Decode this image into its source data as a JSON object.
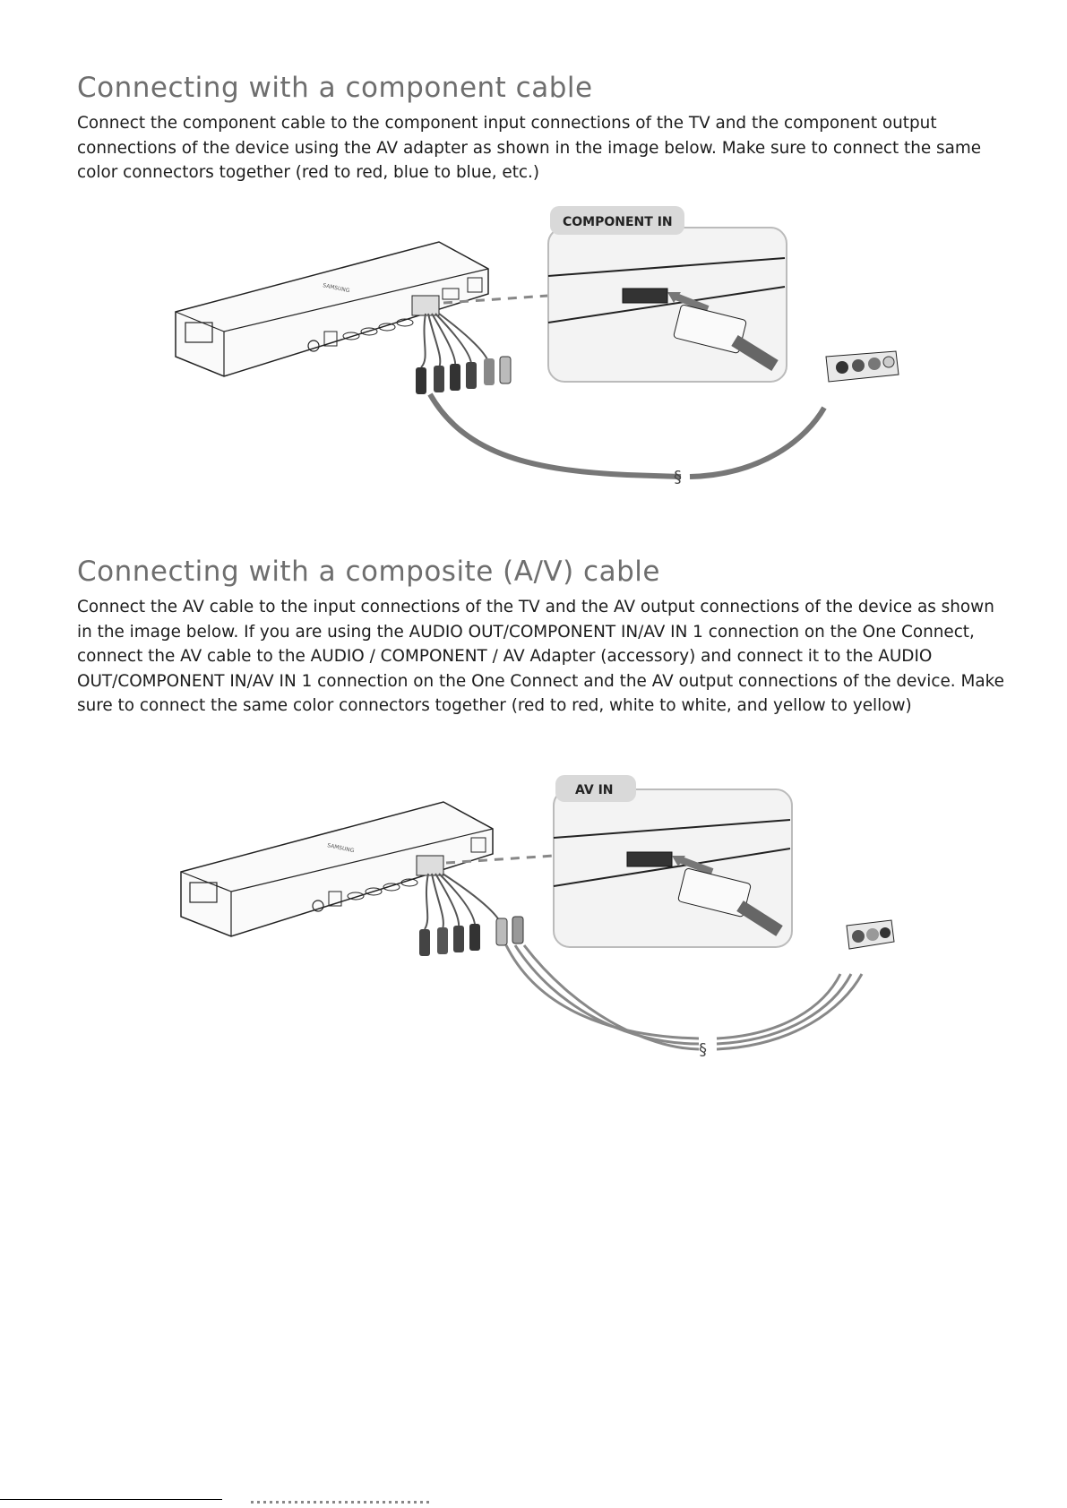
{
  "component": {
    "title": "Connecting with a component cable",
    "body": "Connect the component cable to the component input connections of the TV and the component output connections of the device using the AV adapter as shown in the image below. Make sure to connect the same color connectors together (red to red, blue to blue, etc.)",
    "figure": {
      "port_label": "COMPONENT IN",
      "brand": "SAMSUNG"
    }
  },
  "composite": {
    "title": "Connecting with a composite (A/V) cable",
    "body": "Connect the AV cable to the input connections of the TV and the AV output connections of the device as shown in the image below. If you are using the AUDIO OUT/COMPONENT IN/AV IN 1 connection on the One Connect, connect the AV cable to the AUDIO / COMPONENT / AV Adapter (accessory) and connect it to the AUDIO OUT/COMPONENT IN/AV IN 1 connection on the One Connect and the AV output connections of the device. Make sure to connect the same color connectors together (red to red, white to white, and yellow to yellow)",
    "figure": {
      "port_label": "AV IN",
      "brand": "SAMSUNG"
    }
  }
}
